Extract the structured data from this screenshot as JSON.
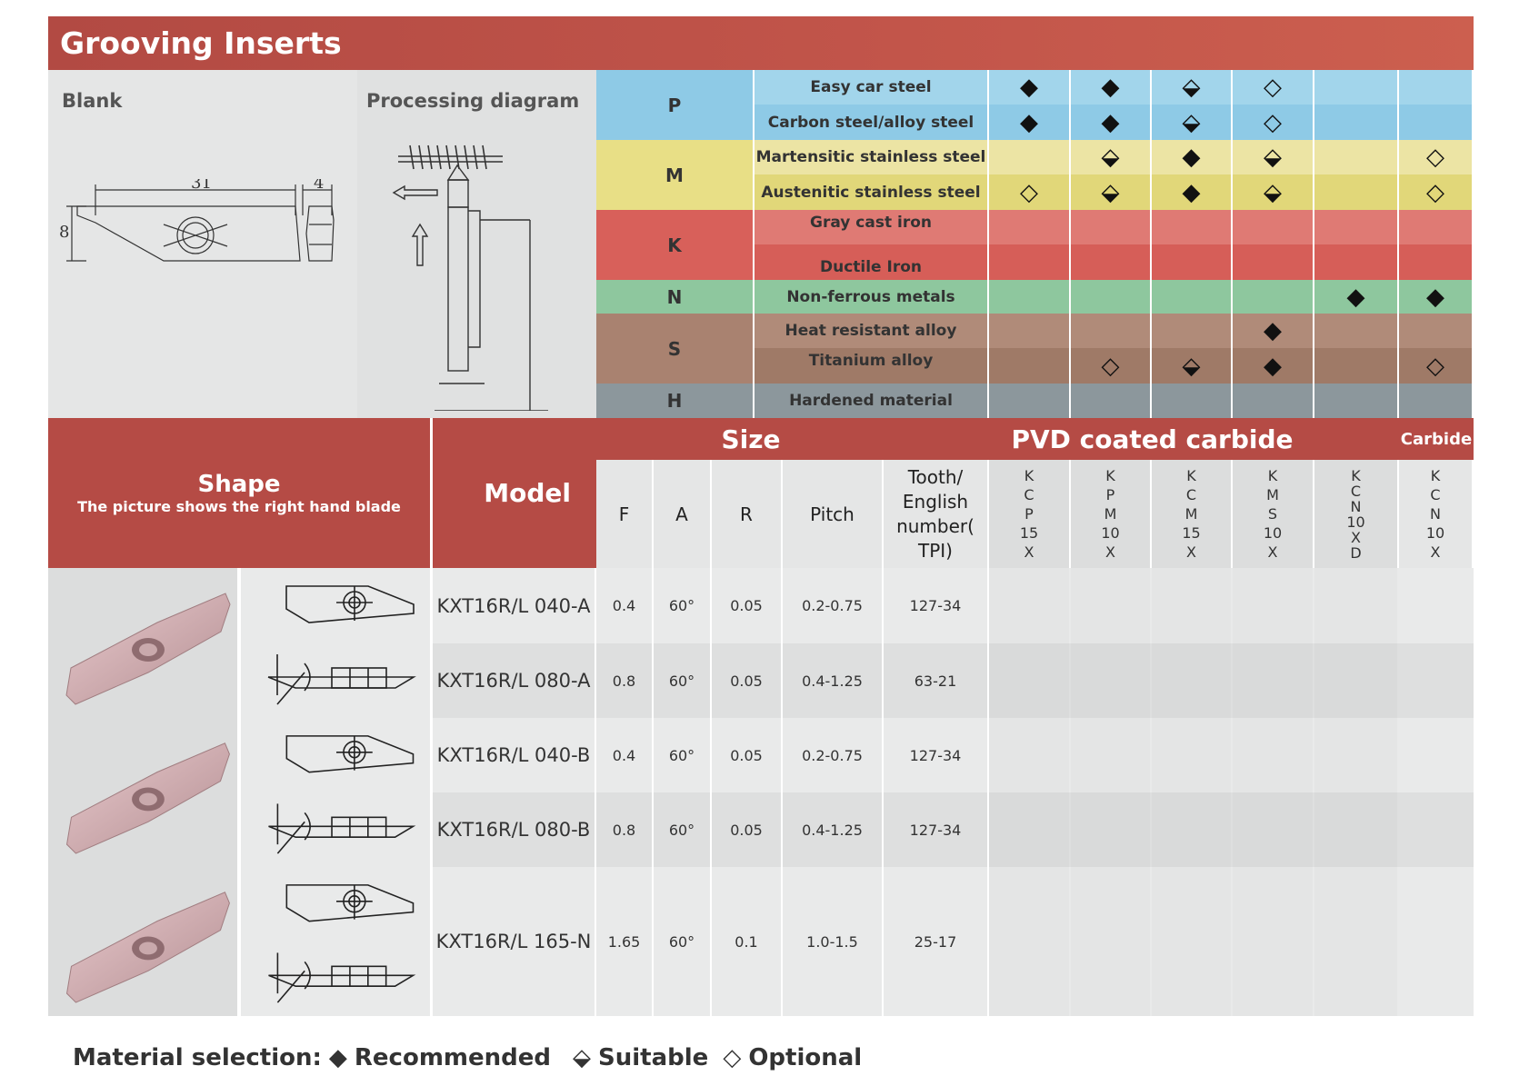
{
  "title": "Grooving Inserts",
  "blank_label": "Blank",
  "diagram_label": "Processing diagram",
  "blank_dims": {
    "length": "31",
    "width": "4",
    "height": "8"
  },
  "material_groups": [
    {
      "code": "P",
      "materials": [
        "Easy car steel",
        "Carbon steel/alloy steel"
      ]
    },
    {
      "code": "M",
      "materials": [
        "Martensitic stainless steel",
        "Austenitic stainless steel"
      ]
    },
    {
      "code": "K",
      "materials": [
        "Gray cast iron",
        "Ductile Iron"
      ]
    },
    {
      "code": "N",
      "materials": [
        "Non-ferrous metals"
      ]
    },
    {
      "code": "S",
      "materials": [
        "Heat resistant alloy",
        "Titanium alloy"
      ]
    },
    {
      "code": "H",
      "materials": [
        "Hardened material"
      ]
    }
  ],
  "grade_symbols": [
    [
      "◆",
      "◆",
      "⬙",
      "◇",
      "",
      ""
    ],
    [
      "◆",
      "◆",
      "⬙",
      "◇",
      "",
      ""
    ],
    [
      "",
      "⬙",
      "◆",
      "⬙",
      "",
      "◇"
    ],
    [
      "◇",
      "⬙",
      "◆",
      "⬙",
      "",
      "◇"
    ],
    [
      "",
      "",
      "",
      "",
      "",
      ""
    ],
    [
      "",
      "",
      "",
      "",
      "",
      ""
    ],
    [
      "",
      "",
      "",
      "",
      "◆",
      "◆"
    ],
    [
      "",
      "",
      "",
      "◆",
      "",
      ""
    ],
    [
      "",
      "◇",
      "⬙",
      "◆",
      "",
      "◇"
    ],
    [
      "",
      "",
      "",
      "",
      "",
      ""
    ]
  ],
  "headers": {
    "shape": "Shape",
    "shape_note": "The picture shows the right hand blade",
    "model": "Model",
    "size": "Size",
    "pvd": "PVD coated carbide",
    "carbide": "Carbide",
    "f": "F",
    "a": "A",
    "r": "R",
    "pitch": "Pitch",
    "tooth": "Tooth/ English number( TPI)"
  },
  "grades": [
    [
      "K",
      "C",
      "P",
      "15",
      "X"
    ],
    [
      "K",
      "P",
      "M",
      "10",
      "X"
    ],
    [
      "K",
      "C",
      "M",
      "15",
      "X"
    ],
    [
      "K",
      "M",
      "S",
      "10",
      "X"
    ],
    [
      "K",
      "C",
      "N",
      "10",
      "X",
      "D"
    ],
    [
      "K",
      "C",
      "N",
      "10",
      "X"
    ]
  ],
  "rows": [
    {
      "model": "KXT16R/L 040-A",
      "f": "0.4",
      "a": "60°",
      "r": "0.05",
      "pitch": "0.2-0.75",
      "tpi": "127-34"
    },
    {
      "model": "KXT16R/L 080-A",
      "f": "0.8",
      "a": "60°",
      "r": "0.05",
      "pitch": "0.4-1.25",
      "tpi": "63-21"
    },
    {
      "model": "KXT16R/L 040-B",
      "f": "0.4",
      "a": "60°",
      "r": "0.05",
      "pitch": "0.2-0.75",
      "tpi": "127-34"
    },
    {
      "model": "KXT16R/L 080-B",
      "f": "0.8",
      "a": "60°",
      "r": "0.05",
      "pitch": "0.4-1.25",
      "tpi": "127-34"
    },
    {
      "model": "KXT16R/L 165-N",
      "f": "1.65",
      "a": "60°",
      "r": "0.1",
      "pitch": "1.0-1.5",
      "tpi": "25-17"
    }
  ],
  "legend": {
    "prefix": "Material selection:",
    "recommended": "Recommended",
    "suitable": "Suitable",
    "optional": "Optional"
  },
  "colors": {
    "title_red": "#b54b45",
    "p_blue": "#8ecae6",
    "m_yellow": "#e8df86",
    "k_red": "#d8605a",
    "n_green": "#8ec79e",
    "s_brown": "#a98270",
    "h_gray": "#8c979c"
  }
}
